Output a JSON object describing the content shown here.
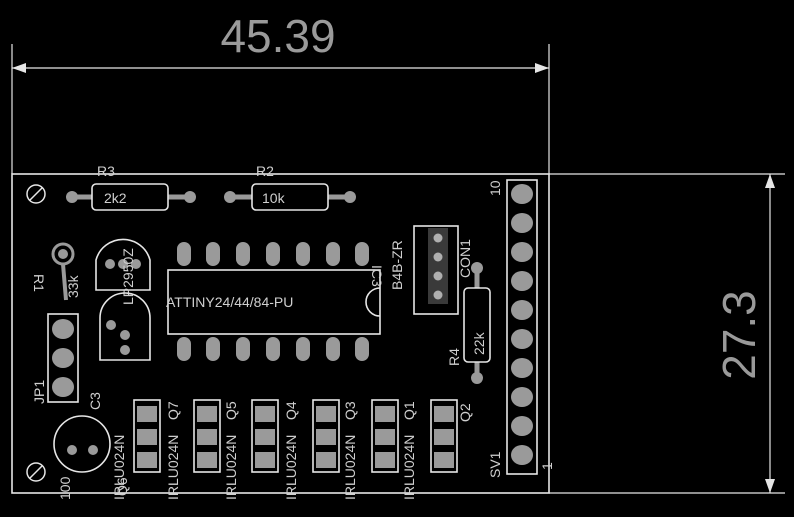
{
  "dimensions": {
    "width": "45.39",
    "height": "27.3"
  },
  "components": {
    "r3": {
      "name": "R3",
      "value": "2k2"
    },
    "r2": {
      "name": "R2",
      "value": "10k"
    },
    "r4": {
      "name": "R4",
      "value": "22k"
    },
    "ic": {
      "name": "IC3",
      "value": "ATTINY24/44/84-PU"
    },
    "con": {
      "name": "CON1",
      "value": "B4B-ZR"
    },
    "reg": {
      "name": "LP2950Z"
    },
    "r1": {
      "name": "R1",
      "value": "33k"
    },
    "c": {
      "name": "C3",
      "value": "100"
    },
    "jp": {
      "name": "JP1"
    },
    "sv": {
      "name": "SV1",
      "pin1": "1",
      "pin10": "10"
    },
    "mosfets": [
      {
        "name": "Q7",
        "value": "IRLU024N"
      },
      {
        "name": "Q5",
        "value": "IRLU024N"
      },
      {
        "name": "Q4",
        "value": "IRLU024N"
      },
      {
        "name": "Q3",
        "value": "IRLU024N"
      },
      {
        "name": "Q1",
        "value": "IRLU024N"
      },
      {
        "name": "Q2",
        "value": "IRLU024N"
      }
    ],
    "q6": {
      "name": "Q6"
    }
  }
}
